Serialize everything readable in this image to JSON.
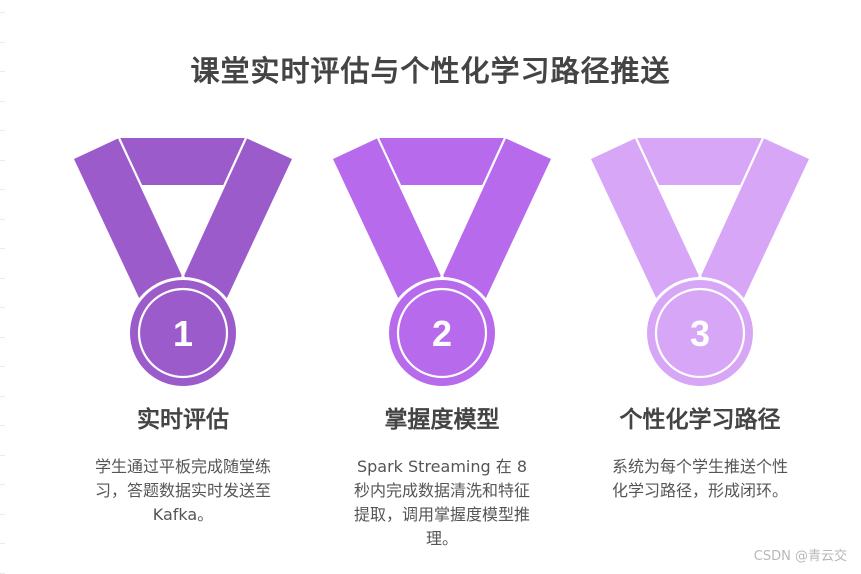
{
  "title": "课堂实时评估与个性化学习路径推送",
  "steps": [
    {
      "number": "1",
      "title": "实时评估",
      "description": "学生通过平板完成随堂练习，答题数据实时发送至 Kafka。",
      "color": "#9c5bcb"
    },
    {
      "number": "2",
      "title": "掌握度模型",
      "description": "Spark Streaming 在 8 秒内完成数据清洗和特征提取，调用掌握度模型推理。",
      "color": "#b86aec"
    },
    {
      "number": "3",
      "title": "个性化学习路径",
      "description": "系统为每个学生推送个性化学习路径，形成闭环。",
      "color": "#d8a6f6"
    }
  ],
  "watermark": "CSDN @青云交"
}
